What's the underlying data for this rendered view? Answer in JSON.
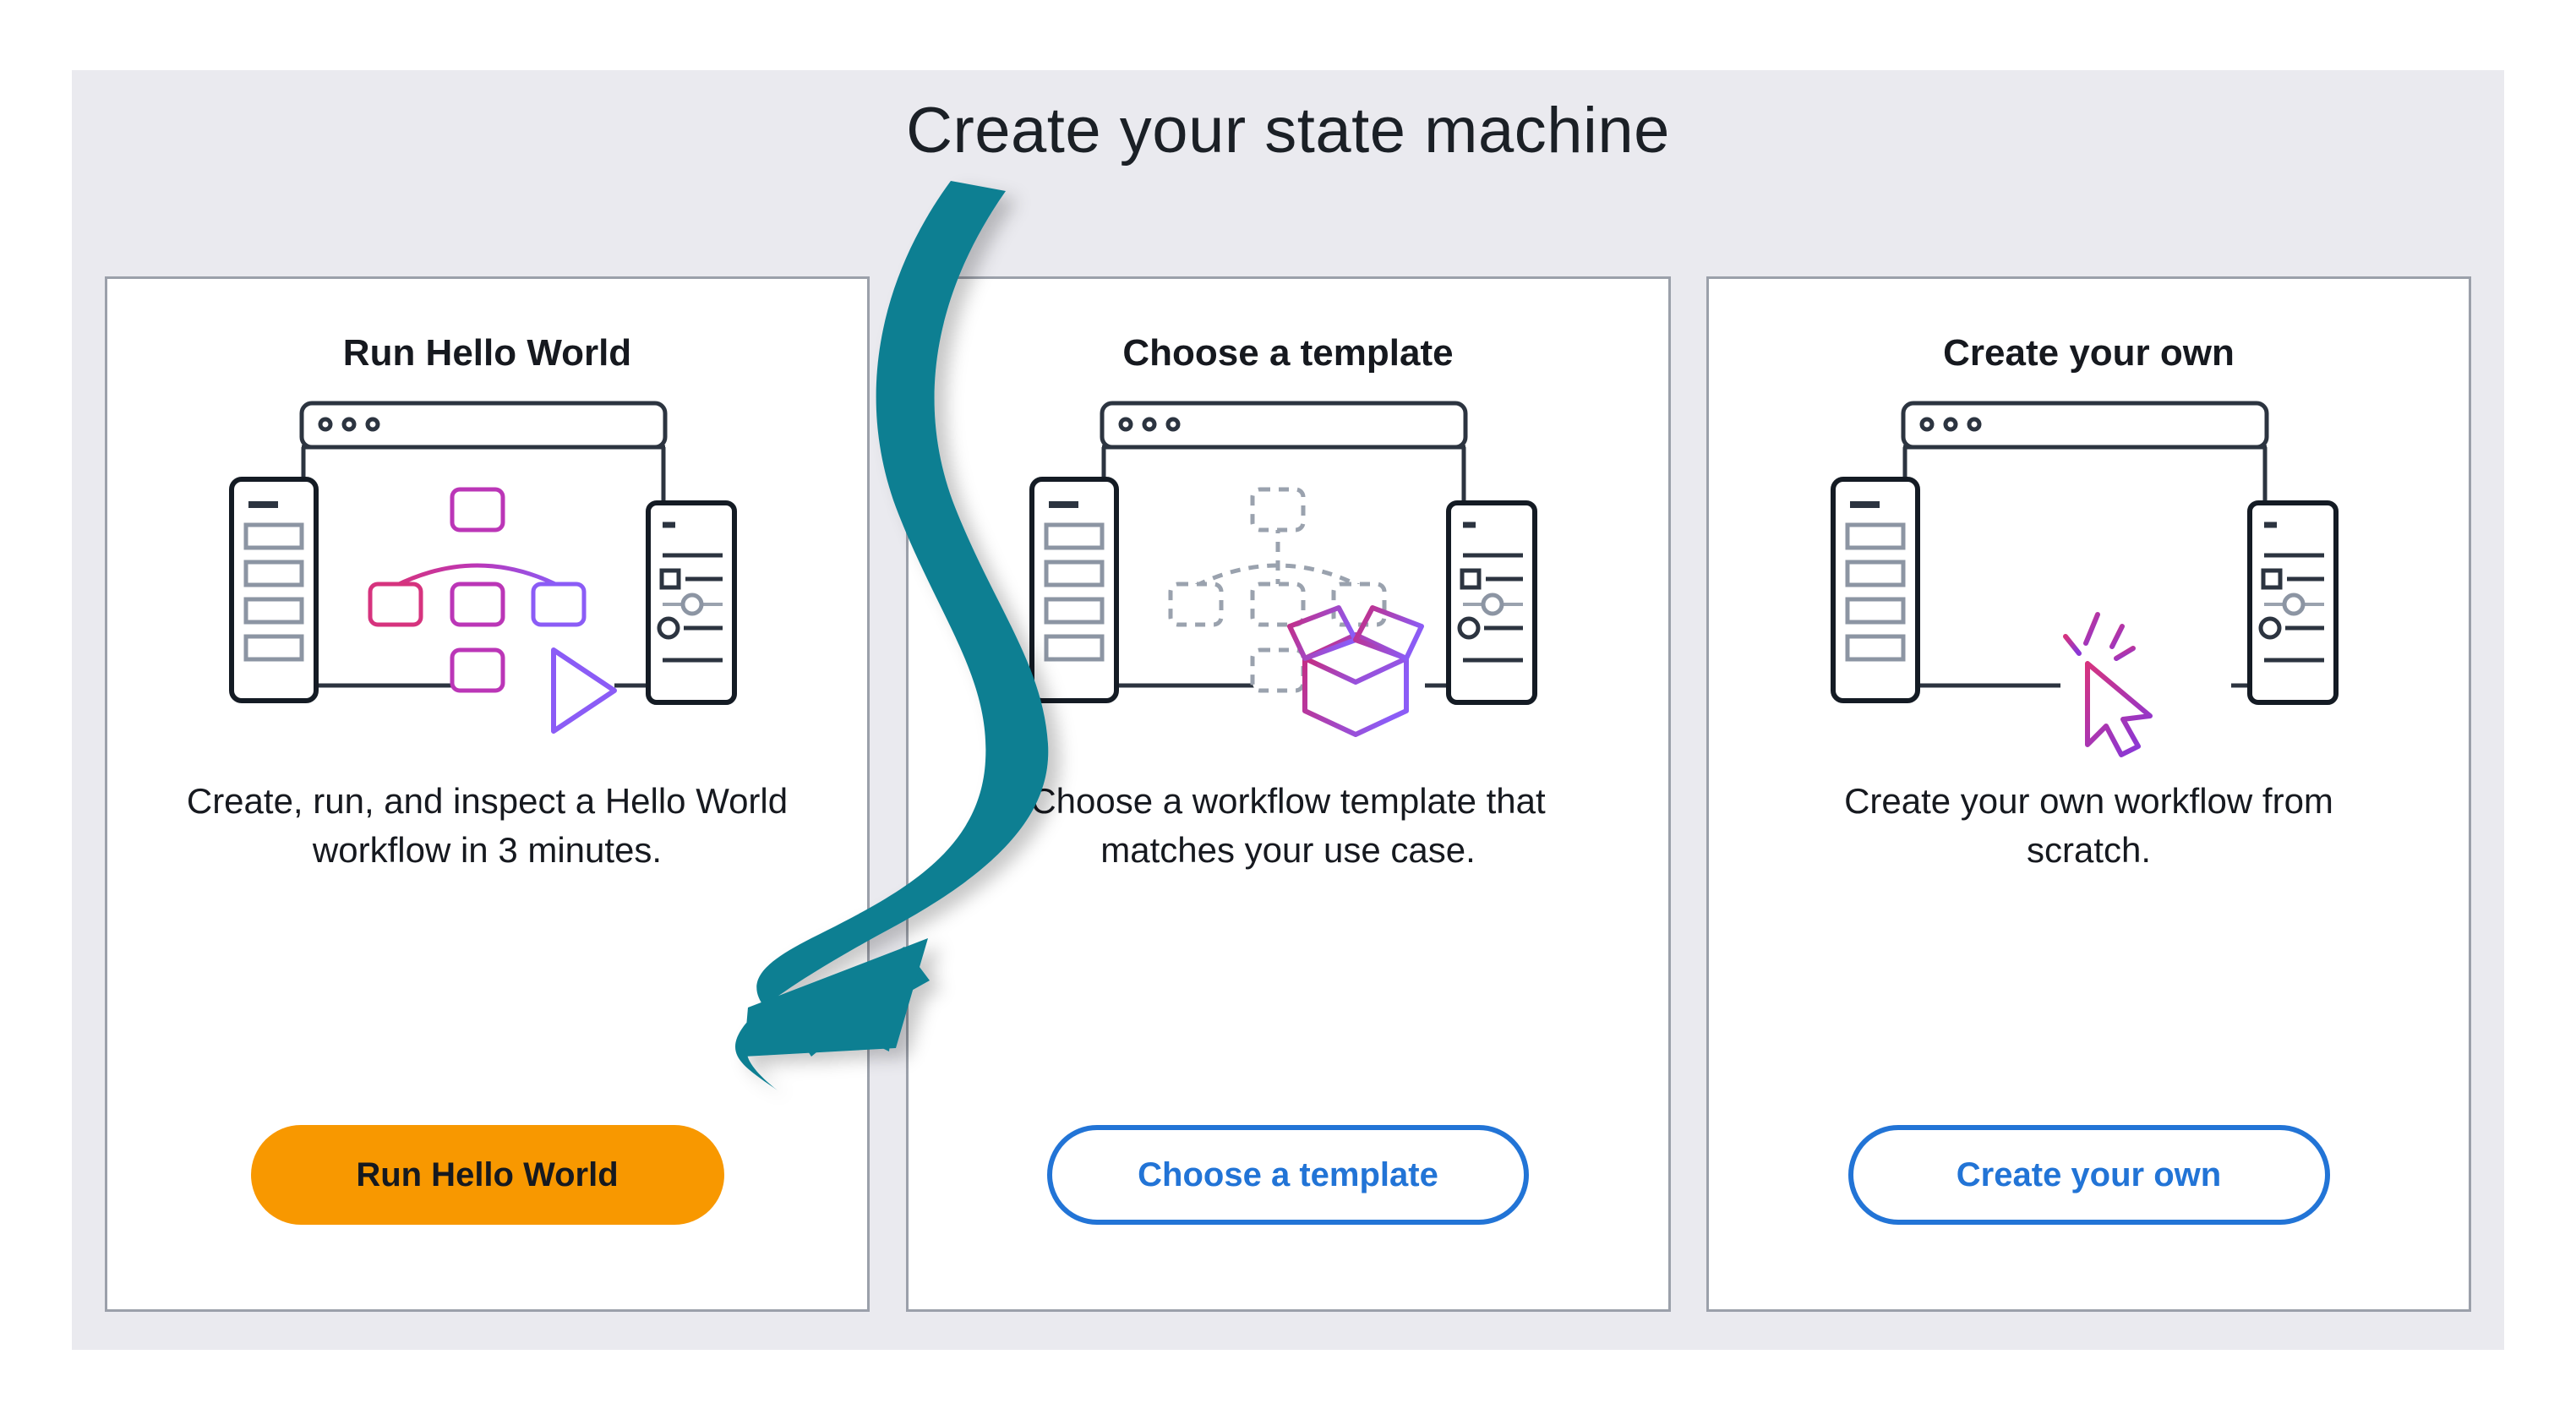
{
  "page": {
    "title": "Create your state machine",
    "background_color": "#eaeaef",
    "card_border_color": "#9ba0aa",
    "annotation_arrow_color": "#0d7f92"
  },
  "cards": [
    {
      "title": "Run Hello World",
      "description": "Create, run, and inspect a Hello World workflow in 3 minutes.",
      "illustration": "workflow-diagram-with-play-icon",
      "button": {
        "label": "Run Hello World",
        "style": "primary",
        "color": "#f89800"
      }
    },
    {
      "title": "Choose a template",
      "description": "Choose a workflow template that matches your use case.",
      "illustration": "dashed-workflow-diagram-with-open-box-icon",
      "button": {
        "label": "Choose a template",
        "style": "outline",
        "color": "#2274d6"
      }
    },
    {
      "title": "Create your own",
      "description": "Create your own workflow from scratch.",
      "illustration": "blank-canvas-with-click-cursor-icon",
      "button": {
        "label": "Create your own",
        "style": "outline",
        "color": "#2274d6"
      }
    }
  ],
  "annotation": {
    "type": "curved-arrow",
    "points_to": "Run Hello World"
  }
}
